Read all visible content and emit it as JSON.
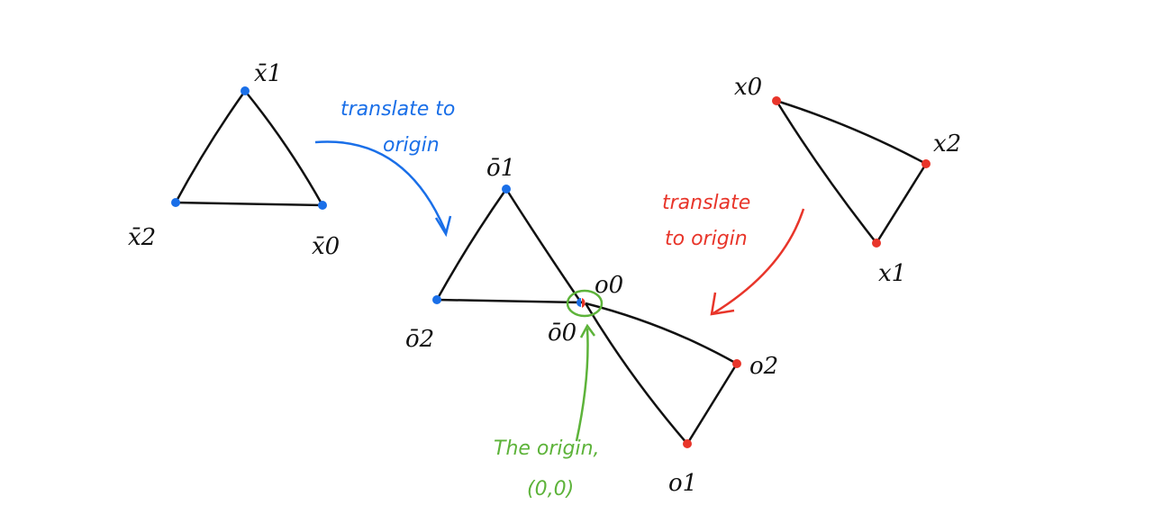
{
  "colors": {
    "blue": "#1a6fe8",
    "red": "#e8352a",
    "green": "#5db33a",
    "ink": "#111111"
  },
  "source_triangle": {
    "labels": [
      "x̄1",
      "x̄2",
      "x̄0"
    ]
  },
  "blue_note": {
    "line1": "translate to",
    "line2": "origin"
  },
  "translated_blue": {
    "labels": [
      "ō1",
      "ō2",
      "ō0"
    ]
  },
  "target_triangle": {
    "labels": [
      "x0",
      "x2",
      "x1"
    ]
  },
  "red_note": {
    "line1": "translate",
    "line2": "to origin"
  },
  "translated_red": {
    "labels": [
      "o0",
      "o2",
      "o1"
    ]
  },
  "origin_note": {
    "line1": "The origin,",
    "line2": "(0,0)"
  }
}
